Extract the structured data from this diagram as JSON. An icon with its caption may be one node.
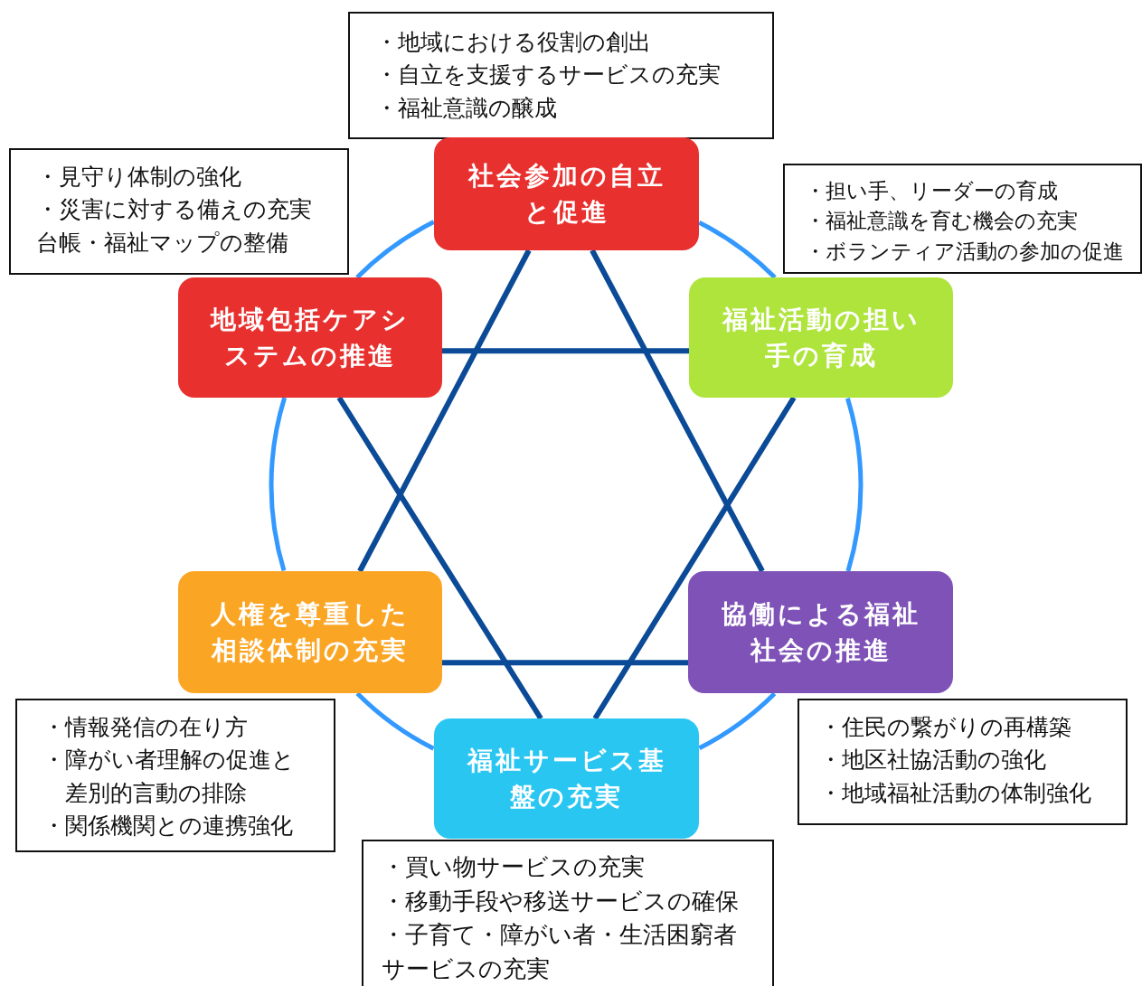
{
  "diagram": {
    "nodes": [
      {
        "text": [
          "・地域における役割の創出",
          "・自立を支援するサービスの充実",
          "・福祉意識の醸成"
        ]
      },
      {
        "text": [
          "・見守り体制の強化",
          "・災害に対する備えの充実",
          "台帳・福祉マップの整備"
        ]
      },
      {
        "text": [
          "社会参加の自立と促進"
        ]
      },
      {
        "text": [
          "・担い手、リーダーの育成",
          "・福祉意識を育む機会の充実",
          "・ボランティア活動の参加の促進"
        ]
      },
      {
        "text": [
          "地域包括ケアシステムの推進"
        ]
      },
      {
        "text": [
          "福祉活動の担い手の育成"
        ]
      },
      {
        "text": [
          "人権を尊重した相談体制の充実"
        ]
      },
      {
        "text": [
          "協働による福祉社会の推進"
        ]
      },
      {
        "text": [
          "・情報発信の在り方",
          "・障がい者理解の促進と差別的言動の排除",
          "・関係機関との連携強化"
        ]
      },
      {
        "text": [
          "・住民の繋がりの再構築",
          "・地区社協活動の強化",
          "・地域福祉活動の体制強化"
        ]
      },
      {
        "text": [
          "福祉サービス基盤の充実"
        ]
      },
      {
        "text": [
          "・買い物サービスの充実",
          "・移動手段や移送サービスの確保",
          "・子育て・障がい者・生活困窮者サービスの充実"
        ]
      }
    ],
    "edges": [
      {
        "from": 2,
        "to": 6,
        "arrow": "none"
      },
      {
        "from": 2,
        "to": 7,
        "arrow": "none"
      },
      {
        "from": 6,
        "to": 7,
        "arrow": "none"
      },
      {
        "from": 4,
        "to": 10,
        "arrow": "none"
      },
      {
        "from": 5,
        "to": 10,
        "arrow": "none"
      },
      {
        "from": 4,
        "to": 5,
        "arrow": "none"
      },
      {
        "from": 2,
        "to": 5,
        "arrow": "none",
        "color": "#3399ff"
      },
      {
        "from": 5,
        "to": 7,
        "arrow": "none",
        "color": "#3399ff"
      },
      {
        "from": 7,
        "to": 10,
        "arrow": "none",
        "color": "#3399ff"
      },
      {
        "from": 10,
        "to": 6,
        "arrow": "none",
        "color": "#3399ff"
      },
      {
        "from": 6,
        "to": 4,
        "arrow": "none",
        "color": "#3399ff"
      },
      {
        "from": 4,
        "to": 2,
        "arrow": "none",
        "color": "#3399ff"
      }
    ]
  }
}
